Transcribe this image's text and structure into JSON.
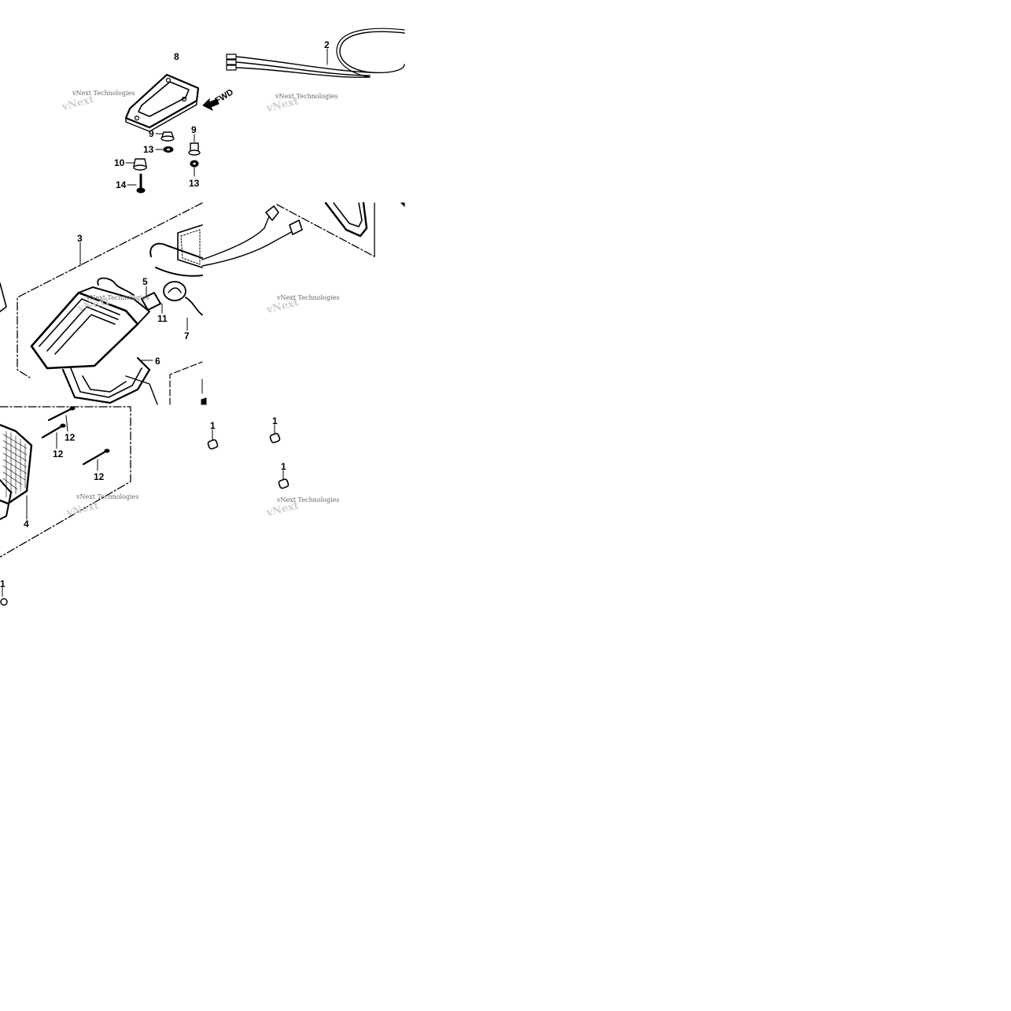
{
  "diagram": {
    "fwd_label": "FWD",
    "watermark_text": "vNext Technologies",
    "callouts": {
      "p1a": "1",
      "p1b": "1",
      "p1c": "1",
      "p1d": "1",
      "p2": "2",
      "p3": "3",
      "p4": "4",
      "p5": "5",
      "p6": "6",
      "p7": "7",
      "p8": "8",
      "p9a": "9",
      "p9b": "9",
      "p10": "10",
      "p11": "11",
      "p12a": "12",
      "p12b": "12",
      "p12c": "12",
      "p13a": "13",
      "p13b": "13",
      "p14": "14"
    }
  }
}
